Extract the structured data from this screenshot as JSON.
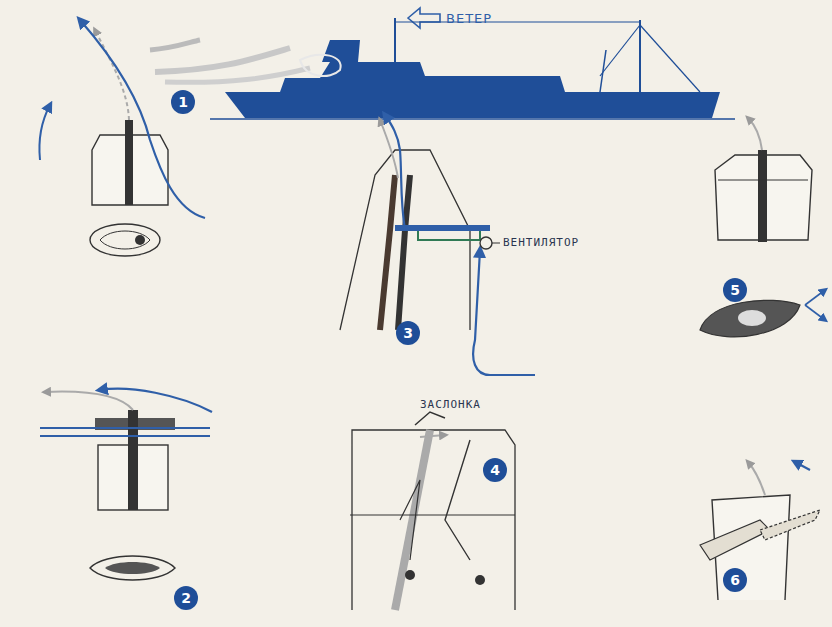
{
  "diagram": {
    "labels": [
      "ВЕТЕР",
      "1",
      "2",
      "ВЕНТИЛЯТОР",
      "3",
      "ЗАСЛОНКА",
      "4",
      "5",
      "6"
    ]
  }
}
